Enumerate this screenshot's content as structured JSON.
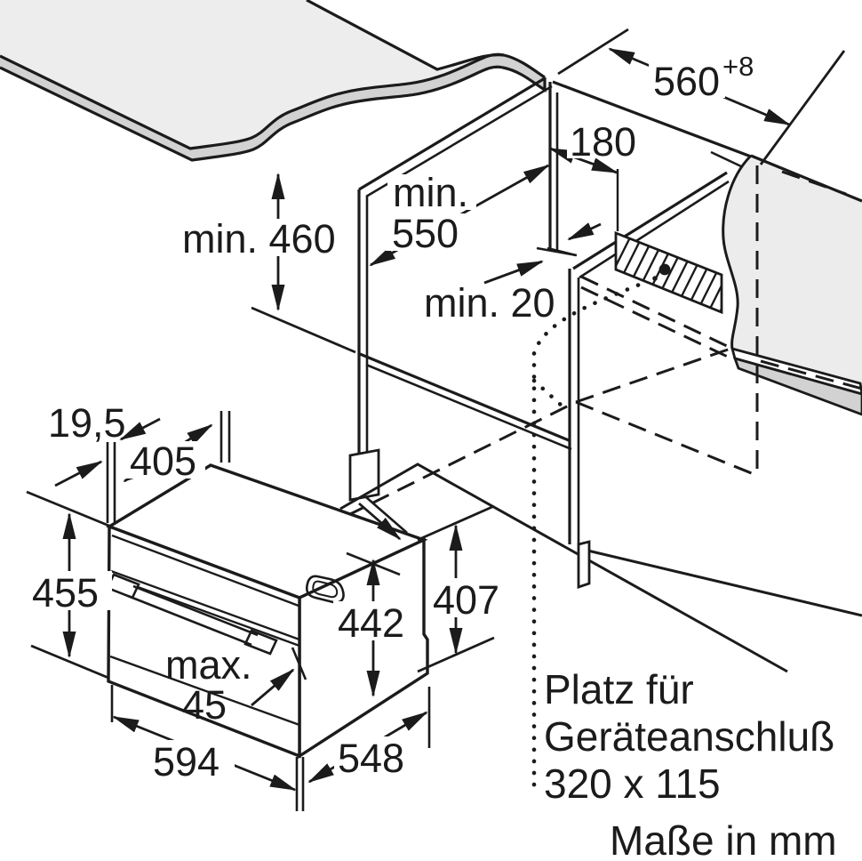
{
  "diagram": {
    "title_hidden": "",
    "dimensions": {
      "niche_width": "560",
      "niche_width_tolerance": "+8",
      "connection_offset": "180",
      "niche_depth_line1": "min.",
      "niche_depth_line2": "550",
      "niche_height": "min. 460",
      "rear_gap": "min. 20",
      "front_frame_depth": "19,5",
      "top_depth": "405",
      "appliance_height": "455",
      "body_height": "442",
      "rear_height": "407",
      "door_protrusion_line1": "max.",
      "door_protrusion_line2": "45",
      "appliance_width": "594",
      "body_depth": "548"
    },
    "connection_note": {
      "line1": "Platz für",
      "line2": "Geräteanschluß",
      "line3": "320 x 115"
    },
    "footer": "Maße in mm"
  }
}
